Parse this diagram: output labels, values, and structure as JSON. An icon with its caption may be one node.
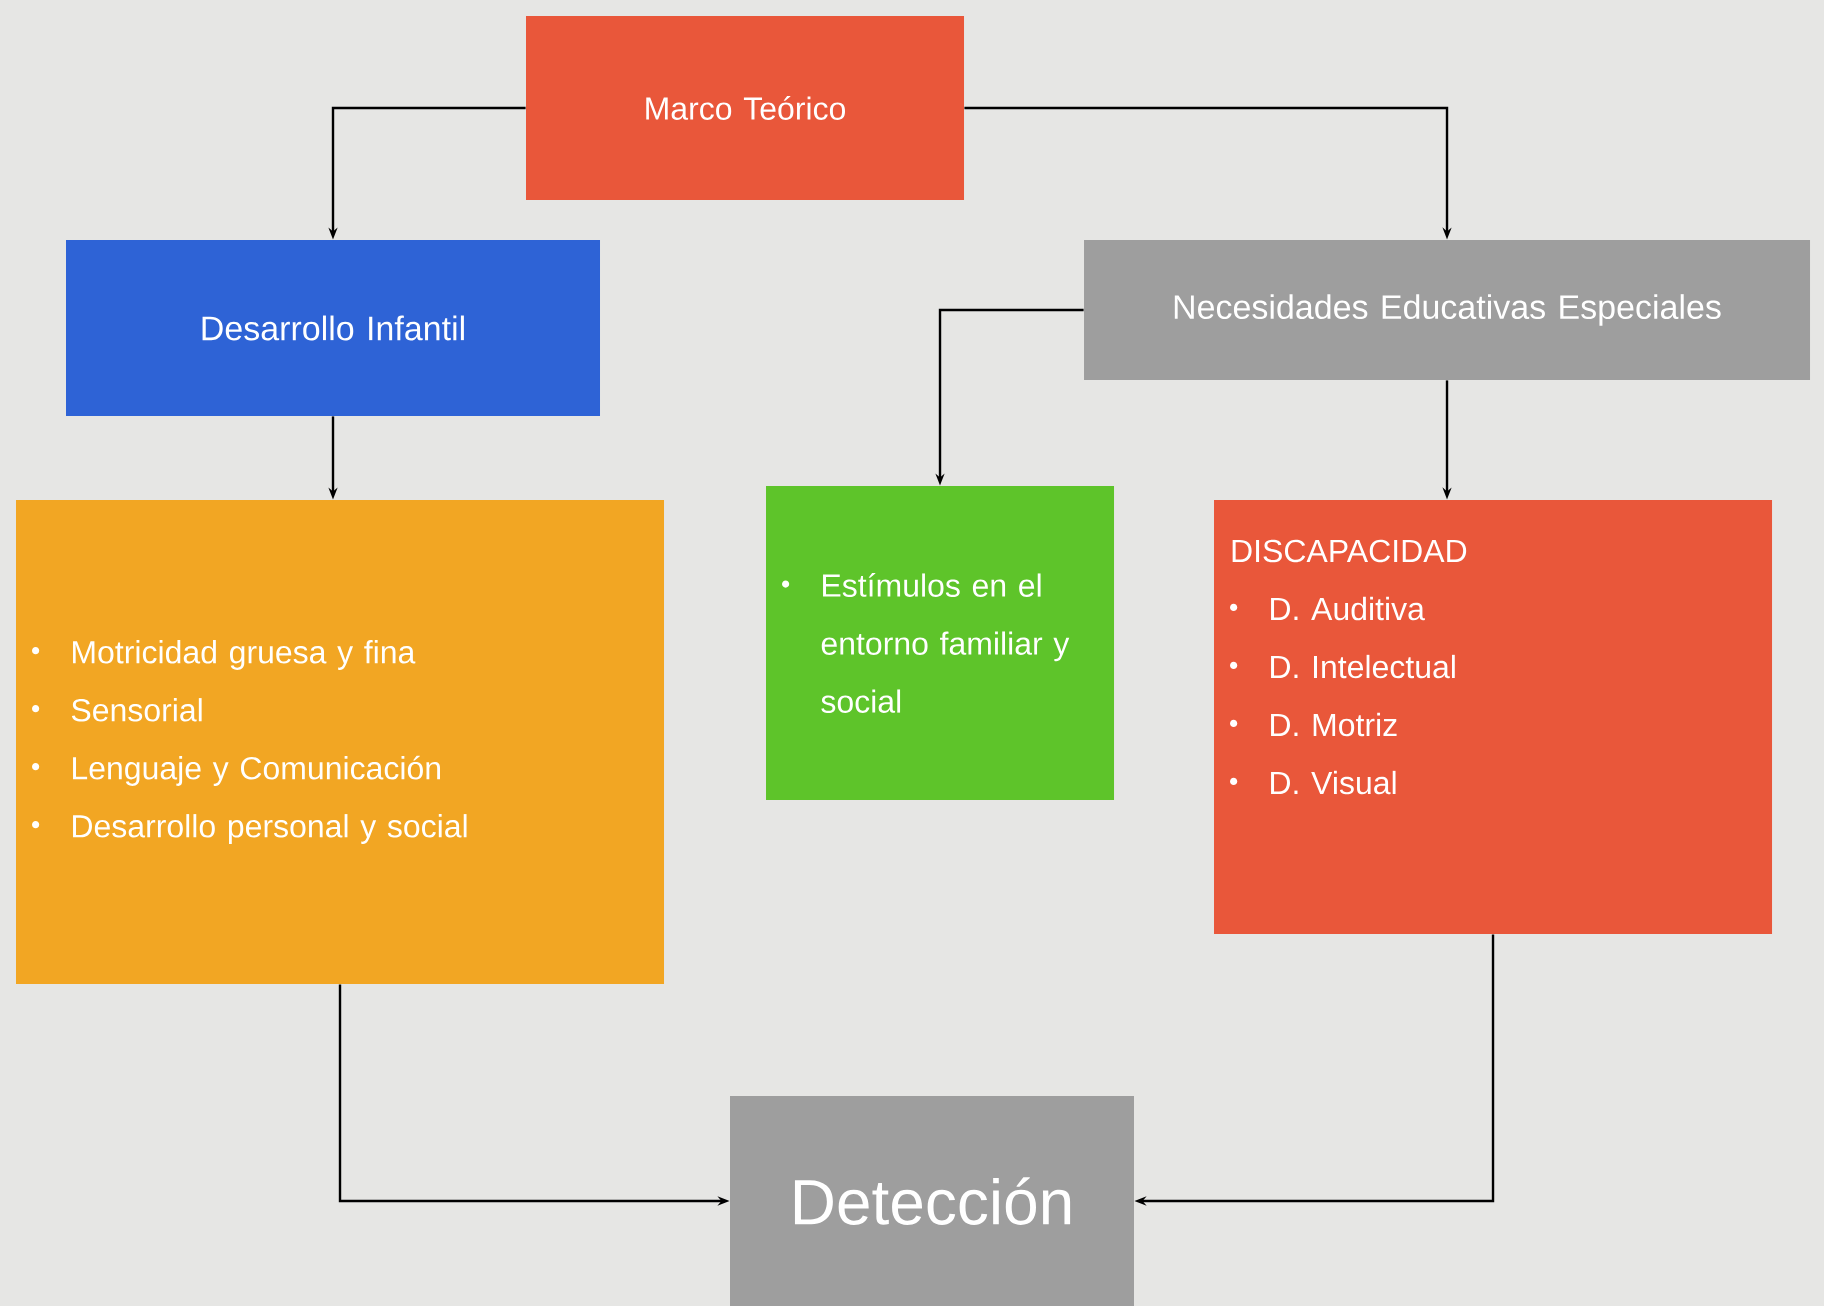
{
  "diagram": {
    "nodes": [
      {
        "text": [
          "Marco Teórico"
        ]
      },
      {
        "text": [
          "Desarrollo Infantil"
        ]
      },
      {
        "text": [
          "Necesidades Educativas Especiales"
        ]
      },
      {
        "text": [
          "Motricidad gruesa y fina",
          "Sensorial",
          "Lenguaje y Comunicación",
          "Desarrollo personal y social"
        ]
      },
      {
        "text": [
          "Estímulos en el entorno familiar y social"
        ]
      },
      {
        "text": [
          "DISCAPACIDAD",
          "D. Auditiva",
          "D. Intelectual",
          "D. Motriz",
          "D. Visual"
        ]
      },
      {
        "text": [
          "Detección"
        ]
      }
    ],
    "edges": [
      {
        "from": 0,
        "to": 1,
        "arrow": "to"
      },
      {
        "from": 0,
        "to": 2,
        "arrow": "to"
      },
      {
        "from": 1,
        "to": 3,
        "arrow": "to"
      },
      {
        "from": 2,
        "to": 4,
        "arrow": "to"
      },
      {
        "from": 2,
        "to": 5,
        "arrow": "to"
      },
      {
        "from": 3,
        "to": 6,
        "arrow": "to"
      },
      {
        "from": 5,
        "to": 6,
        "arrow": "to"
      }
    ]
  }
}
